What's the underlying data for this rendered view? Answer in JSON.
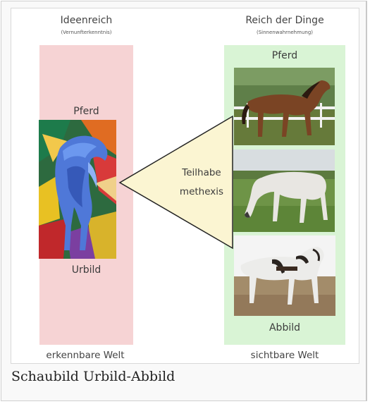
{
  "left_column": {
    "title": "Ideenreich",
    "subtitle": "(Vernunfterkenntnis)",
    "top_label": "Pferd",
    "bottom_label": "Urbild",
    "world_label": "erkennbare Welt"
  },
  "right_column": {
    "title": "Reich der Dinge",
    "subtitle": "(Sinnenwahrnehmung)",
    "top_label": "Pferd",
    "bottom_label": "Abbild",
    "world_label": "sichtbare Welt"
  },
  "connector": {
    "line1": "Teilhabe",
    "line2": "methexis"
  },
  "caption": "Schaubild Urbild-Abbild",
  "colors": {
    "ideen_panel": "#f6d3d4",
    "reich_panel": "#d9f4d5",
    "triangle_fill": "#fbf5d2"
  },
  "images": {
    "painting": "blue-horse-painting-icon",
    "photo1": "brown-horse-photo-icon",
    "photo2": "grazing-white-horse-photo-icon",
    "photo3": "harnessed-white-horse-photo-icon"
  }
}
